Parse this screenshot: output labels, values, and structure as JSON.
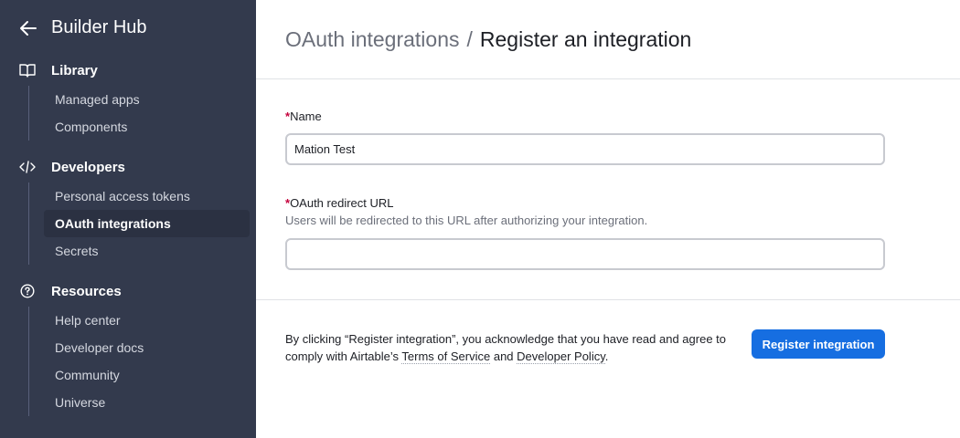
{
  "sidebar": {
    "title": "Builder Hub",
    "sections": [
      {
        "label": "Library",
        "icon": "book-icon",
        "items": [
          {
            "label": "Managed apps"
          },
          {
            "label": "Components"
          }
        ]
      },
      {
        "label": "Developers",
        "icon": "code-icon",
        "items": [
          {
            "label": "Personal access tokens"
          },
          {
            "label": "OAuth integrations",
            "active": true
          },
          {
            "label": "Secrets"
          }
        ]
      },
      {
        "label": "Resources",
        "icon": "help-circle-icon",
        "items": [
          {
            "label": "Help center"
          },
          {
            "label": "Developer docs"
          },
          {
            "label": "Community"
          },
          {
            "label": "Universe"
          }
        ]
      }
    ]
  },
  "header": {
    "parent": "OAuth integrations",
    "separator": "/",
    "current": "Register an integration"
  },
  "form": {
    "required_mark": "*",
    "name_label": "Name",
    "name_value": "Mation Test",
    "redirect_label": "OAuth redirect URL",
    "redirect_help": "Users will be redirected to this URL after authorizing your integration.",
    "redirect_value": ""
  },
  "footer": {
    "consent_prefix": "By clicking “Register integration”, you acknowledge that you have read and agree to comply with Airtable’s ",
    "terms_link": "Terms of Service",
    "consent_and": " and ",
    "policy_link": "Developer Policy",
    "consent_suffix": ".",
    "register_button": "Register integration"
  },
  "colors": {
    "sidebar_bg": "#333a4d",
    "accent": "#166ee1",
    "required": "#c4003c"
  }
}
